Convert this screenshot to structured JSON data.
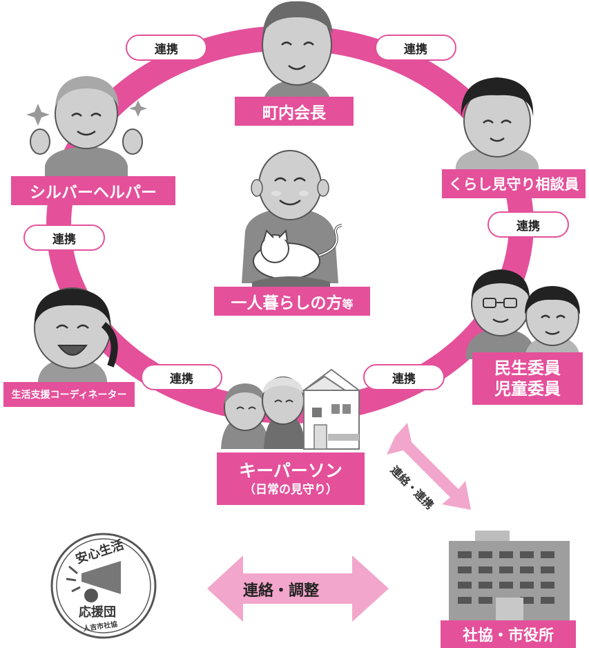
{
  "ring_color": "#e4509a",
  "arrow_color": "#f2a6cb",
  "center": {
    "label_main": "一人暮らしの方",
    "label_suffix": "等"
  },
  "roles": {
    "chonaikaicho": "町内会長",
    "kurashi": "くらし見守り相談員",
    "silver": "シルバーヘルパー",
    "seikatsu": "生活支援コーディネーター",
    "minsei_line1": "民生委員",
    "minsei_line2": "児童委員",
    "keyperson_line1": "キーパーソン",
    "keyperson_line2": "（日常の見守り）",
    "shakyo": "社協・市役所"
  },
  "links": {
    "renkei_label": "連携",
    "renraku_renkei": "連絡・連携",
    "renraku_chousei": "連絡・調整"
  },
  "badge": {
    "top": "安心生活",
    "middle": "応援団",
    "bottom": "人吉市社協"
  }
}
